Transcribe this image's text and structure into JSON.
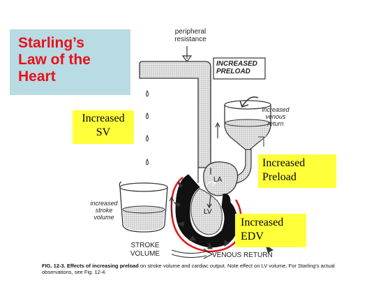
{
  "title": "Starling’s\nLaw of the\nHeart",
  "callouts": {
    "sv": [
      "Increased",
      "SV"
    ],
    "preload": [
      "Increased",
      "Preload"
    ],
    "edv": [
      "Increased",
      "EDV"
    ]
  },
  "diagram_labels": {
    "peripheral_resistance": "peripheral\nresistance",
    "increased_preload": "INCREASED\nPRELOAD",
    "increased_venous_return": "increased\nvenous\nreturn",
    "increased_stroke_volume": "increased\nstroke\nvolume",
    "la": "LA",
    "lv": "LV",
    "stroke_volume": "STROKE\nVOLUME",
    "venous_return": "VENOUS RETURN"
  },
  "caption": {
    "bold": "FIG. 12-3. Effects of increasing preload",
    "rest": " on stroke volume and cardiac output. Note effect on LV volume. For Starling's actual observations, see Fig. 12-4."
  },
  "colors": {
    "title_bg": "#b9dbe3",
    "title_text": "#e8101b",
    "callout_bg": "#ffff3a",
    "lv_outline": "#e01818"
  }
}
